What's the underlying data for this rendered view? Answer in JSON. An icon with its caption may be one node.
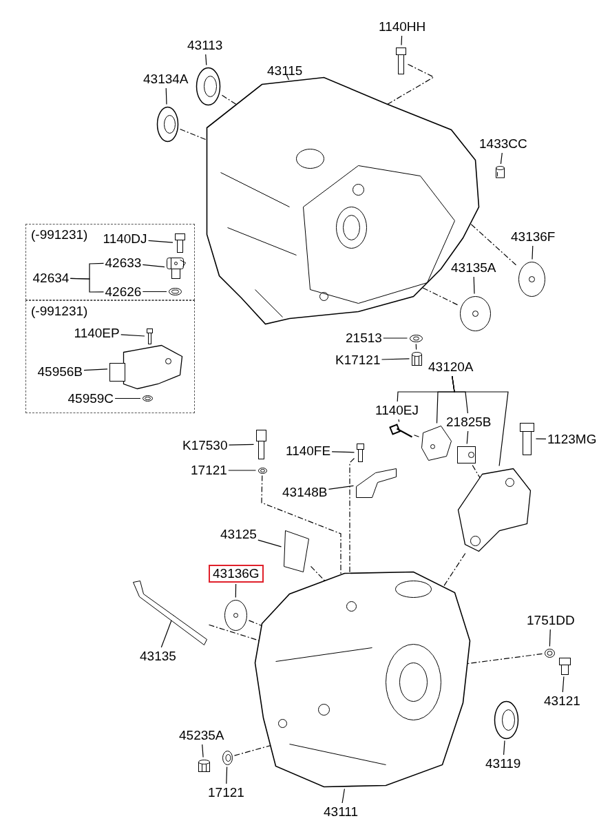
{
  "diagram": {
    "nodes": [
      {
        "text": [
          "43113"
        ]
      },
      {
        "text": [
          "43134A"
        ]
      },
      {
        "text": [
          "43115"
        ]
      },
      {
        "text": [
          "1140HH"
        ]
      },
      {
        "text": [
          "1433CC"
        ]
      },
      {
        "text": [
          "(-991231)"
        ]
      },
      {
        "text": [
          "1140DJ"
        ],
        "in": 5
      },
      {
        "text": [
          "42633"
        ],
        "in": 5
      },
      {
        "text": [
          "42634"
        ],
        "in": 5
      },
      {
        "text": [
          "42626"
        ],
        "in": 5
      },
      {
        "text": [
          "(-991231)"
        ]
      },
      {
        "text": [
          "1140EP"
        ],
        "in": 10
      },
      {
        "text": [
          "45956B"
        ],
        "in": 10
      },
      {
        "text": [
          "45959C"
        ],
        "in": 10
      },
      {
        "text": [
          "43136F"
        ]
      },
      {
        "text": [
          "43135A"
        ]
      },
      {
        "text": [
          "21513"
        ]
      },
      {
        "text": [
          "K17121"
        ]
      },
      {
        "text": [
          "43120A"
        ]
      },
      {
        "text": [
          "1140EJ"
        ]
      },
      {
        "text": [
          "21825B"
        ]
      },
      {
        "text": [
          "1123MG"
        ]
      },
      {
        "text": [
          "K17530"
        ]
      },
      {
        "text": [
          "1140FE"
        ]
      },
      {
        "text": [
          "17121"
        ]
      },
      {
        "text": [
          "43148B"
        ]
      },
      {
        "text": [
          "43125"
        ]
      },
      {
        "text": [
          "43136G"
        ]
      },
      {
        "text": [
          "43135"
        ]
      },
      {
        "text": [
          "1751DD"
        ]
      },
      {
        "text": [
          "43121"
        ]
      },
      {
        "text": [
          "45235A"
        ]
      },
      {
        "text": [
          "17121"
        ]
      },
      {
        "text": [
          "43119"
        ]
      },
      {
        "text": [
          "43111"
        ]
      },
      {
        "text": [],
        "shape": "picture"
      },
      {
        "text": [],
        "shape": "picture"
      },
      {
        "text": [],
        "shape": "picture"
      },
      {
        "text": [],
        "shape": "picture"
      },
      {
        "text": [],
        "shape": "picture"
      },
      {
        "text": [],
        "shape": "picture",
        "in": 5
      },
      {
        "text": [],
        "shape": "picture",
        "in": 5
      },
      {
        "text": [],
        "shape": "picture",
        "in": 5
      },
      {
        "text": [],
        "shape": "picture",
        "in": 10
      },
      {
        "text": [],
        "shape": "picture",
        "in": 10
      },
      {
        "text": [],
        "shape": "picture",
        "in": 10
      },
      {
        "text": [],
        "shape": "picture"
      },
      {
        "text": [],
        "shape": "picture"
      },
      {
        "text": [],
        "shape": "picture"
      },
      {
        "text": [],
        "shape": "picture"
      },
      {
        "text": [],
        "shape": "picture"
      },
      {
        "text": [],
        "shape": "picture"
      },
      {
        "text": [],
        "shape": "picture"
      },
      {
        "text": [],
        "shape": "picture"
      },
      {
        "text": [],
        "shape": "picture"
      },
      {
        "text": [],
        "shape": "picture"
      },
      {
        "text": [],
        "shape": "picture"
      },
      {
        "text": [],
        "shape": "picture"
      },
      {
        "text": [],
        "shape": "picture"
      },
      {
        "text": [],
        "shape": "picture"
      },
      {
        "text": [],
        "shape": "picture"
      },
      {
        "text": [],
        "shape": "picture"
      },
      {
        "text": [],
        "shape": "picture"
      },
      {
        "text": [],
        "shape": "picture"
      },
      {
        "text": [],
        "shape": "picture"
      },
      {
        "text": [],
        "shape": "picture"
      },
      {
        "text": [],
        "shape": "picture"
      },
      {
        "text": [],
        "shape": "picture"
      }
    ],
    "edges": [
      {
        "from": 0,
        "to": 35,
        "arrow": "none"
      },
      {
        "from": 1,
        "to": 36,
        "arrow": "none"
      },
      {
        "from": 2,
        "to": 37,
        "arrow": "none"
      },
      {
        "from": 3,
        "to": 38,
        "arrow": "none"
      },
      {
        "from": 4,
        "to": 39,
        "arrow": "none"
      },
      {
        "from": 6,
        "to": 40,
        "arrow": "none"
      },
      {
        "from": 8,
        "to": 7,
        "arrow": "none"
      },
      {
        "from": 8,
        "to": 9,
        "arrow": "none"
      },
      {
        "from": 7,
        "to": 41,
        "arrow": "none"
      },
      {
        "from": 9,
        "to": 42,
        "arrow": "none"
      },
      {
        "from": 11,
        "to": 43,
        "arrow": "none"
      },
      {
        "from": 12,
        "to": 44,
        "arrow": "none"
      },
      {
        "from": 13,
        "to": 45,
        "arrow": "none"
      },
      {
        "from": 14,
        "to": 46,
        "arrow": "none"
      },
      {
        "from": 15,
        "to": 47,
        "arrow": "none"
      },
      {
        "from": 16,
        "to": 48,
        "arrow": "none"
      },
      {
        "from": 17,
        "to": 49,
        "arrow": "none"
      },
      {
        "from": 18,
        "to": 19,
        "arrow": "none"
      },
      {
        "from": 18,
        "to": 51,
        "arrow": "none"
      },
      {
        "from": 18,
        "to": 20,
        "arrow": "none"
      },
      {
        "from": 18,
        "to": 54,
        "arrow": "none"
      },
      {
        "from": 19,
        "to": 50,
        "arrow": "none"
      },
      {
        "from": 20,
        "to": 52,
        "arrow": "none"
      },
      {
        "from": 21,
        "to": 53,
        "arrow": "none"
      },
      {
        "from": 22,
        "to": 55,
        "arrow": "none"
      },
      {
        "from": 23,
        "to": 57,
        "arrow": "none"
      },
      {
        "from": 24,
        "to": 56,
        "arrow": "none"
      },
      {
        "from": 25,
        "to": 58,
        "arrow": "none"
      },
      {
        "from": 26,
        "to": 59,
        "arrow": "none"
      },
      {
        "from": 27,
        "to": 61,
        "arrow": "none"
      },
      {
        "from": 28,
        "to": 62,
        "arrow": "none"
      },
      {
        "from": 29,
        "to": 63,
        "arrow": "none"
      },
      {
        "from": 30,
        "to": 64,
        "arrow": "none"
      },
      {
        "from": 31,
        "to": 66,
        "arrow": "none"
      },
      {
        "from": 32,
        "to": 67,
        "arrow": "none"
      },
      {
        "from": 33,
        "to": 65,
        "arrow": "none"
      },
      {
        "from": 34,
        "to": 60,
        "arrow": "none"
      },
      {
        "from": 36,
        "to": 37,
        "arrow": "none",
        "style": "dashed"
      },
      {
        "from": 35,
        "to": 37,
        "arrow": "none",
        "style": "dashed"
      },
      {
        "from": 38,
        "to": 37,
        "arrow": "none",
        "style": "dashed"
      },
      {
        "from": 46,
        "to": 37,
        "arrow": "none",
        "style": "dashed"
      },
      {
        "from": 47,
        "to": 37,
        "arrow": "none",
        "style": "dashed"
      },
      {
        "from": 48,
        "to": 49,
        "arrow": "none",
        "style": "dashed"
      },
      {
        "from": 59,
        "to": 60,
        "arrow": "none",
        "style": "dashed"
      },
      {
        "from": 56,
        "to": 60,
        "arrow": "none",
        "style": "dashed"
      },
      {
        "from": 57,
        "to": 60,
        "arrow": "none",
        "style": "dashed"
      },
      {
        "from": 61,
        "to": 60,
        "arrow": "none",
        "style": "dashed"
      },
      {
        "from": 62,
        "to": 60,
        "arrow": "none",
        "style": "dashed"
      },
      {
        "from": 63,
        "to": 60,
        "arrow": "none",
        "style": "dashed"
      },
      {
        "from": 54,
        "to": 60,
        "arrow": "none",
        "style": "dashed"
      },
      {
        "from": 50,
        "to": 51,
        "arrow": "none",
        "style": "dashed"
      },
      {
        "from": 52,
        "to": 54,
        "arrow": "none",
        "style": "dashed"
      },
      {
        "from": 67,
        "to": 60,
        "arrow": "none",
        "style": "dashed"
      }
    ]
  }
}
